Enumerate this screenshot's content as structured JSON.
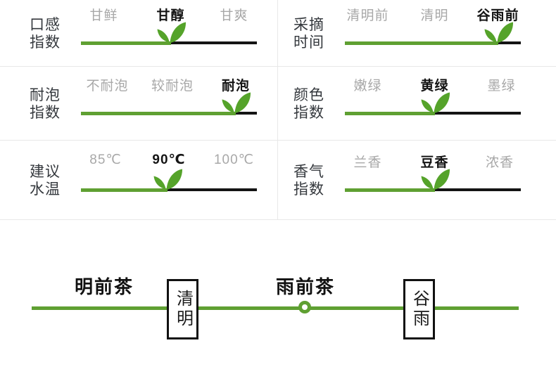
{
  "colors": {
    "green_accent": "#5fa032",
    "track_black": "#141414",
    "option_gray": "#a8a8a8",
    "label_dark": "#34383d",
    "separator": "#e8e8e8"
  },
  "panels": [
    {
      "label": [
        "口感",
        "指数"
      ],
      "options": [
        "甘鲜",
        "甘醇",
        "甘爽"
      ],
      "selected": "甘醇",
      "selected_index": 1,
      "marker_percent": 51
    },
    {
      "label": [
        "采摘",
        "时间"
      ],
      "options": [
        "清明前",
        "清明",
        "谷雨前"
      ],
      "selected": "谷雨前",
      "selected_index": 2,
      "marker_percent": 87
    },
    {
      "label": [
        "耐泡",
        "指数"
      ],
      "options": [
        "不耐泡",
        "较耐泡",
        "耐泡"
      ],
      "selected": "耐泡",
      "selected_index": 2,
      "marker_percent": 88
    },
    {
      "label": [
        "颜色",
        "指数"
      ],
      "options": [
        "嫩绿",
        "黄绿",
        "墨绿"
      ],
      "selected": "黄绿",
      "selected_index": 1,
      "marker_percent": 51
    },
    {
      "label": [
        "建议",
        "水温"
      ],
      "options": [
        "85℃",
        "90℃",
        "100℃"
      ],
      "selected": "90℃",
      "selected_index": 1,
      "marker_percent": 49
    },
    {
      "label": [
        "香气",
        "指数"
      ],
      "options": [
        "兰香",
        "豆香",
        "浓香"
      ],
      "selected": "豆香",
      "selected_index": 1,
      "marker_percent": 51
    }
  ],
  "timeline": {
    "segments": [
      {
        "label": "明前茶"
      },
      {
        "label": "雨前茶"
      }
    ],
    "milestones": [
      {
        "label": "清明"
      },
      {
        "label": "谷雨"
      }
    ]
  }
}
